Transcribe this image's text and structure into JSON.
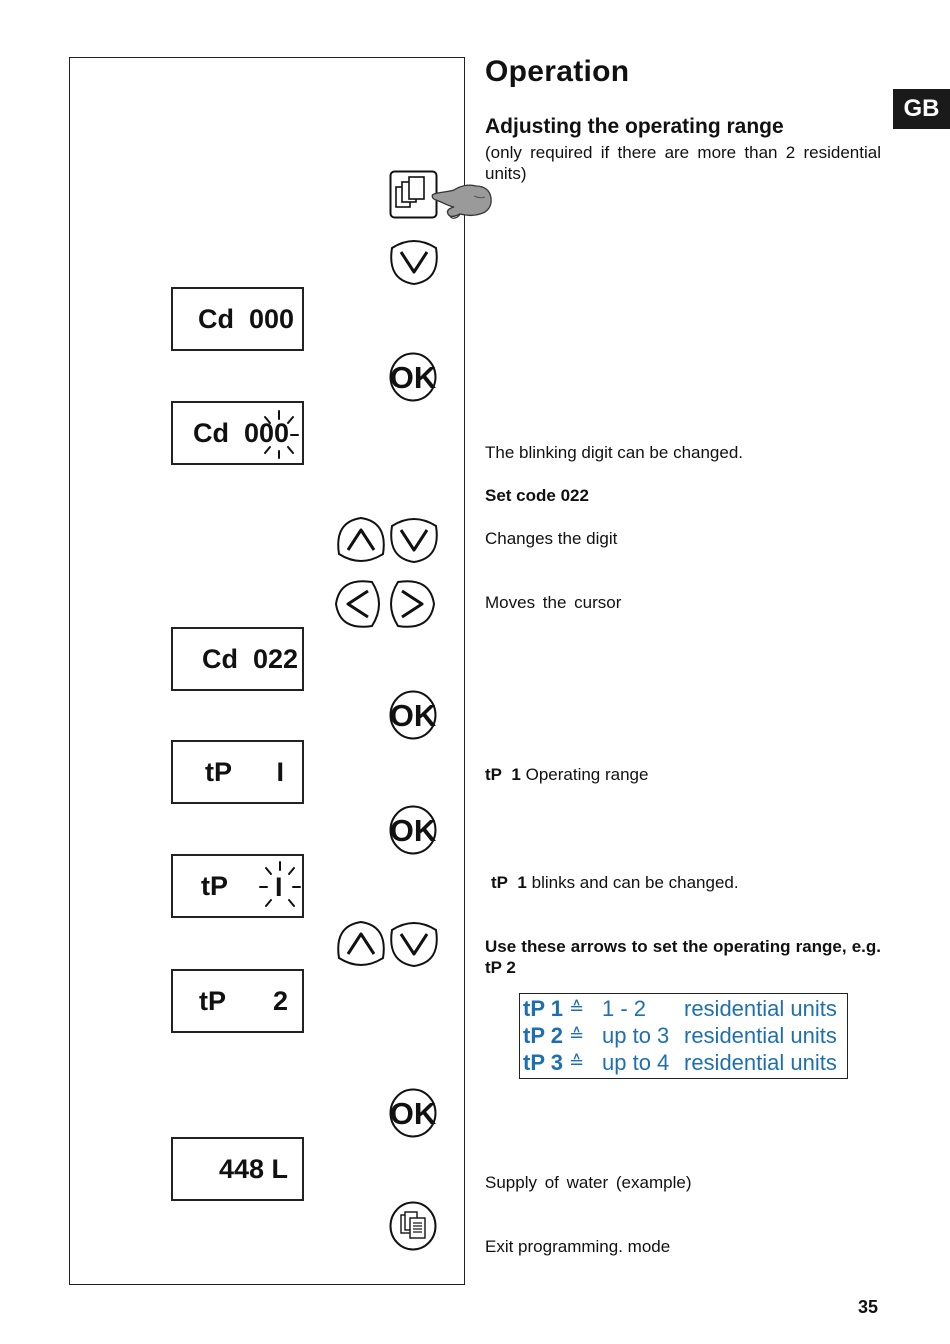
{
  "header": {
    "title": "Operation",
    "subtitle": "Adjusting the operating range",
    "note": "(only required if there are more than 2 residential units)",
    "lang_tab": "GB"
  },
  "displays": {
    "d1": "Cd  000",
    "d2": "Cd  000",
    "d3": "Cd  022",
    "d4_left": "tP",
    "d4_right": "I",
    "d5_left": "tP",
    "d5_right": "I",
    "d6_left": "tP",
    "d6_right": "2",
    "d7": "448 L"
  },
  "icons": {
    "menu": "menu-pages-icon",
    "hand": "pointing-hand-icon",
    "down": "arrow-down-icon",
    "up": "arrow-up-icon",
    "left": "arrow-left-icon",
    "right": "arrow-right-icon",
    "ok": "ok-button-icon",
    "exit": "exit-menu-icon"
  },
  "buttons": {
    "ok_label": "OK"
  },
  "instructions": {
    "blinking": "The blinking digit can be changed.",
    "set_code": "Set code 022",
    "changes_digit": "Changes the digit",
    "moves_cursor": "Moves the cursor",
    "tp1_code": "tP 1",
    "tp1_text": "Operating range",
    "tp1_blinks_code": "tP 1",
    "tp1_blinks_text": "blinks and can be changed.",
    "use_arrows": "Use these arrows to set the operating range, e.g. tP 2",
    "supply": "Supply of water (example)",
    "exit": "Exit programming. mode"
  },
  "range_table": {
    "rows": [
      {
        "code": "tP 1",
        "symbol": "≙",
        "range": "1 - 2",
        "unit": "residential units"
      },
      {
        "code": "tP 2",
        "symbol": "≙",
        "range": "up to 3",
        "unit": "residential units"
      },
      {
        "code": "tP 3",
        "symbol": "≙",
        "range": "up to 4",
        "unit": "residential units"
      }
    ],
    "color": "#1e6fb0"
  },
  "page_number": "35"
}
